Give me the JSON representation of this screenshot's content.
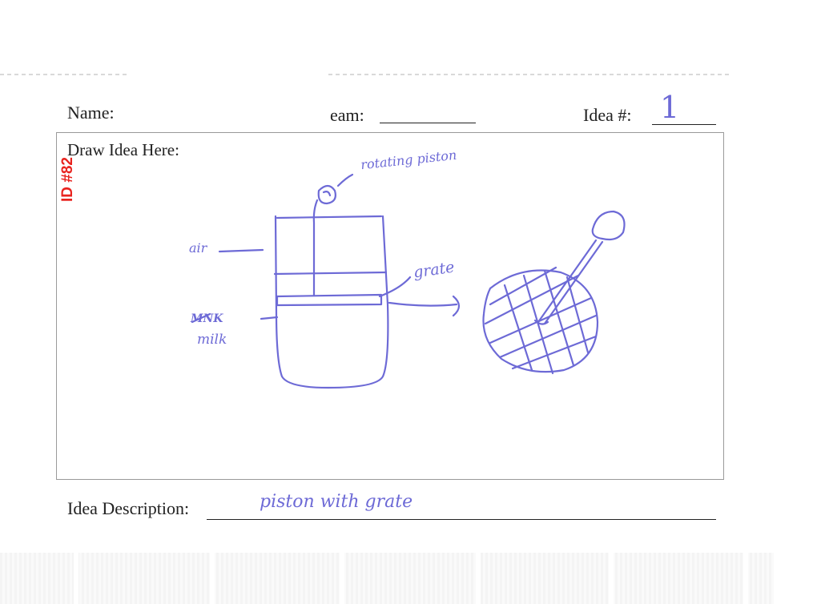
{
  "form": {
    "name_label": "Name:",
    "team_label": "eam:",
    "idea_number_label": "Idea #:",
    "idea_number_value": "1",
    "draw_label": "Draw Idea Here:",
    "description_label": "Idea Description:",
    "description_value": "piston with grate"
  },
  "stamp": {
    "id_text": "ID #82",
    "color": "#e8231f"
  },
  "sketch": {
    "ink_color": "#6d6ad6",
    "labels": {
      "rotating_piston": "rotating piston",
      "air": "air",
      "grate": "grate",
      "milk_crossed": "MNK",
      "milk": "milk"
    }
  }
}
